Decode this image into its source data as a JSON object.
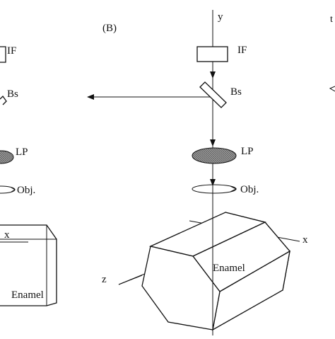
{
  "left_panel": {
    "labels": {
      "if": "IF",
      "bs": "Bs",
      "lp": "LP",
      "obj": "Obj.",
      "x_axis": "x",
      "enamel": "Enamel"
    }
  },
  "panel_b": {
    "panel_label": "(B)",
    "labels": {
      "y_axis": "y",
      "if": "IF",
      "bs": "Bs",
      "lp": "LP",
      "obj": "Obj.",
      "x_axis": "x",
      "z_axis": "z",
      "enamel": "Enamel"
    }
  },
  "right_panel": {
    "labels": {
      "fragment": "t"
    }
  },
  "colors": {
    "ink": "#111111",
    "lp_fill": "#8a8a8a",
    "background": "#ffffff"
  }
}
